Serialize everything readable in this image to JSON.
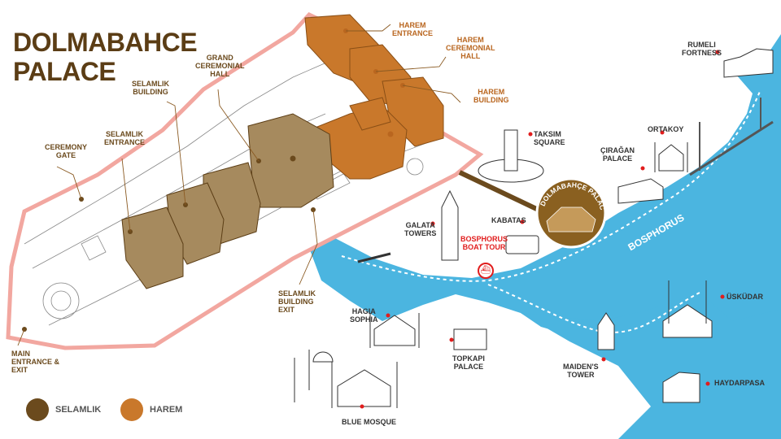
{
  "title_line1": "DOLMABAHCE",
  "title_line2": "PALACE",
  "colors": {
    "selamlik": "#6b4a1d",
    "harem": "#c9782b",
    "water": "#4bb5e0",
    "callout": "#e11d1d"
  },
  "palace_labels": {
    "harem_entrance": [
      "HAREM",
      "ENTRANCE"
    ],
    "harem_ceremonial_hall": [
      "HAREM",
      "CEREMONIAL",
      "HALL"
    ],
    "harem_building": [
      "HAREM",
      "BUILDING"
    ],
    "grand_ceremonial_hall": [
      "GRAND",
      "CEREMONIAL",
      "HALL"
    ],
    "selamlik_building": [
      "SELAMLIK",
      "BUILDING"
    ],
    "selamlik_entrance": [
      "SELAMLIK",
      "ENTRANCE"
    ],
    "ceremony_gate": [
      "CEREMONY",
      "GATE"
    ],
    "selamlik_building_exit": [
      "SELAMLIK",
      "BUILDING",
      "EXIT"
    ],
    "main_entrance": [
      "MAIN",
      "ENTRANCE &",
      "EXIT"
    ]
  },
  "city_labels": {
    "rumeli": [
      "RUMELI",
      "FORTNESS"
    ],
    "taksim": [
      "TAKSIM",
      "SQUARE"
    ],
    "ortakoy": "ORTAKOY",
    "ciragan": [
      "ÇIRAĞAN",
      "PALACE"
    ],
    "dolmabahce_badge": "DOLMABAHÇE PALACE",
    "bosphorus": "BOSPHORUS",
    "kabatas": "KABATAS",
    "galata": [
      "GALATA",
      "TOWERS"
    ],
    "boat_tour": [
      "BOSPHORUS",
      "BOAT TOUR"
    ],
    "hagia_sophia": [
      "HAGIA",
      "SOPHIA"
    ],
    "topkapi": [
      "TOPKAPI",
      "PALACE"
    ],
    "blue_mosque": "BLUE MOSQUE",
    "maidens_tower": [
      "MAIDEN'S",
      "TOWER"
    ],
    "uskudar": "ÜSKÜDAR",
    "haydarpasa": "HAYDARPASA"
  },
  "legend": [
    {
      "label": "SELAMLIK",
      "color": "#6b4a1d"
    },
    {
      "label": "HAREM",
      "color": "#c9782b"
    }
  ]
}
